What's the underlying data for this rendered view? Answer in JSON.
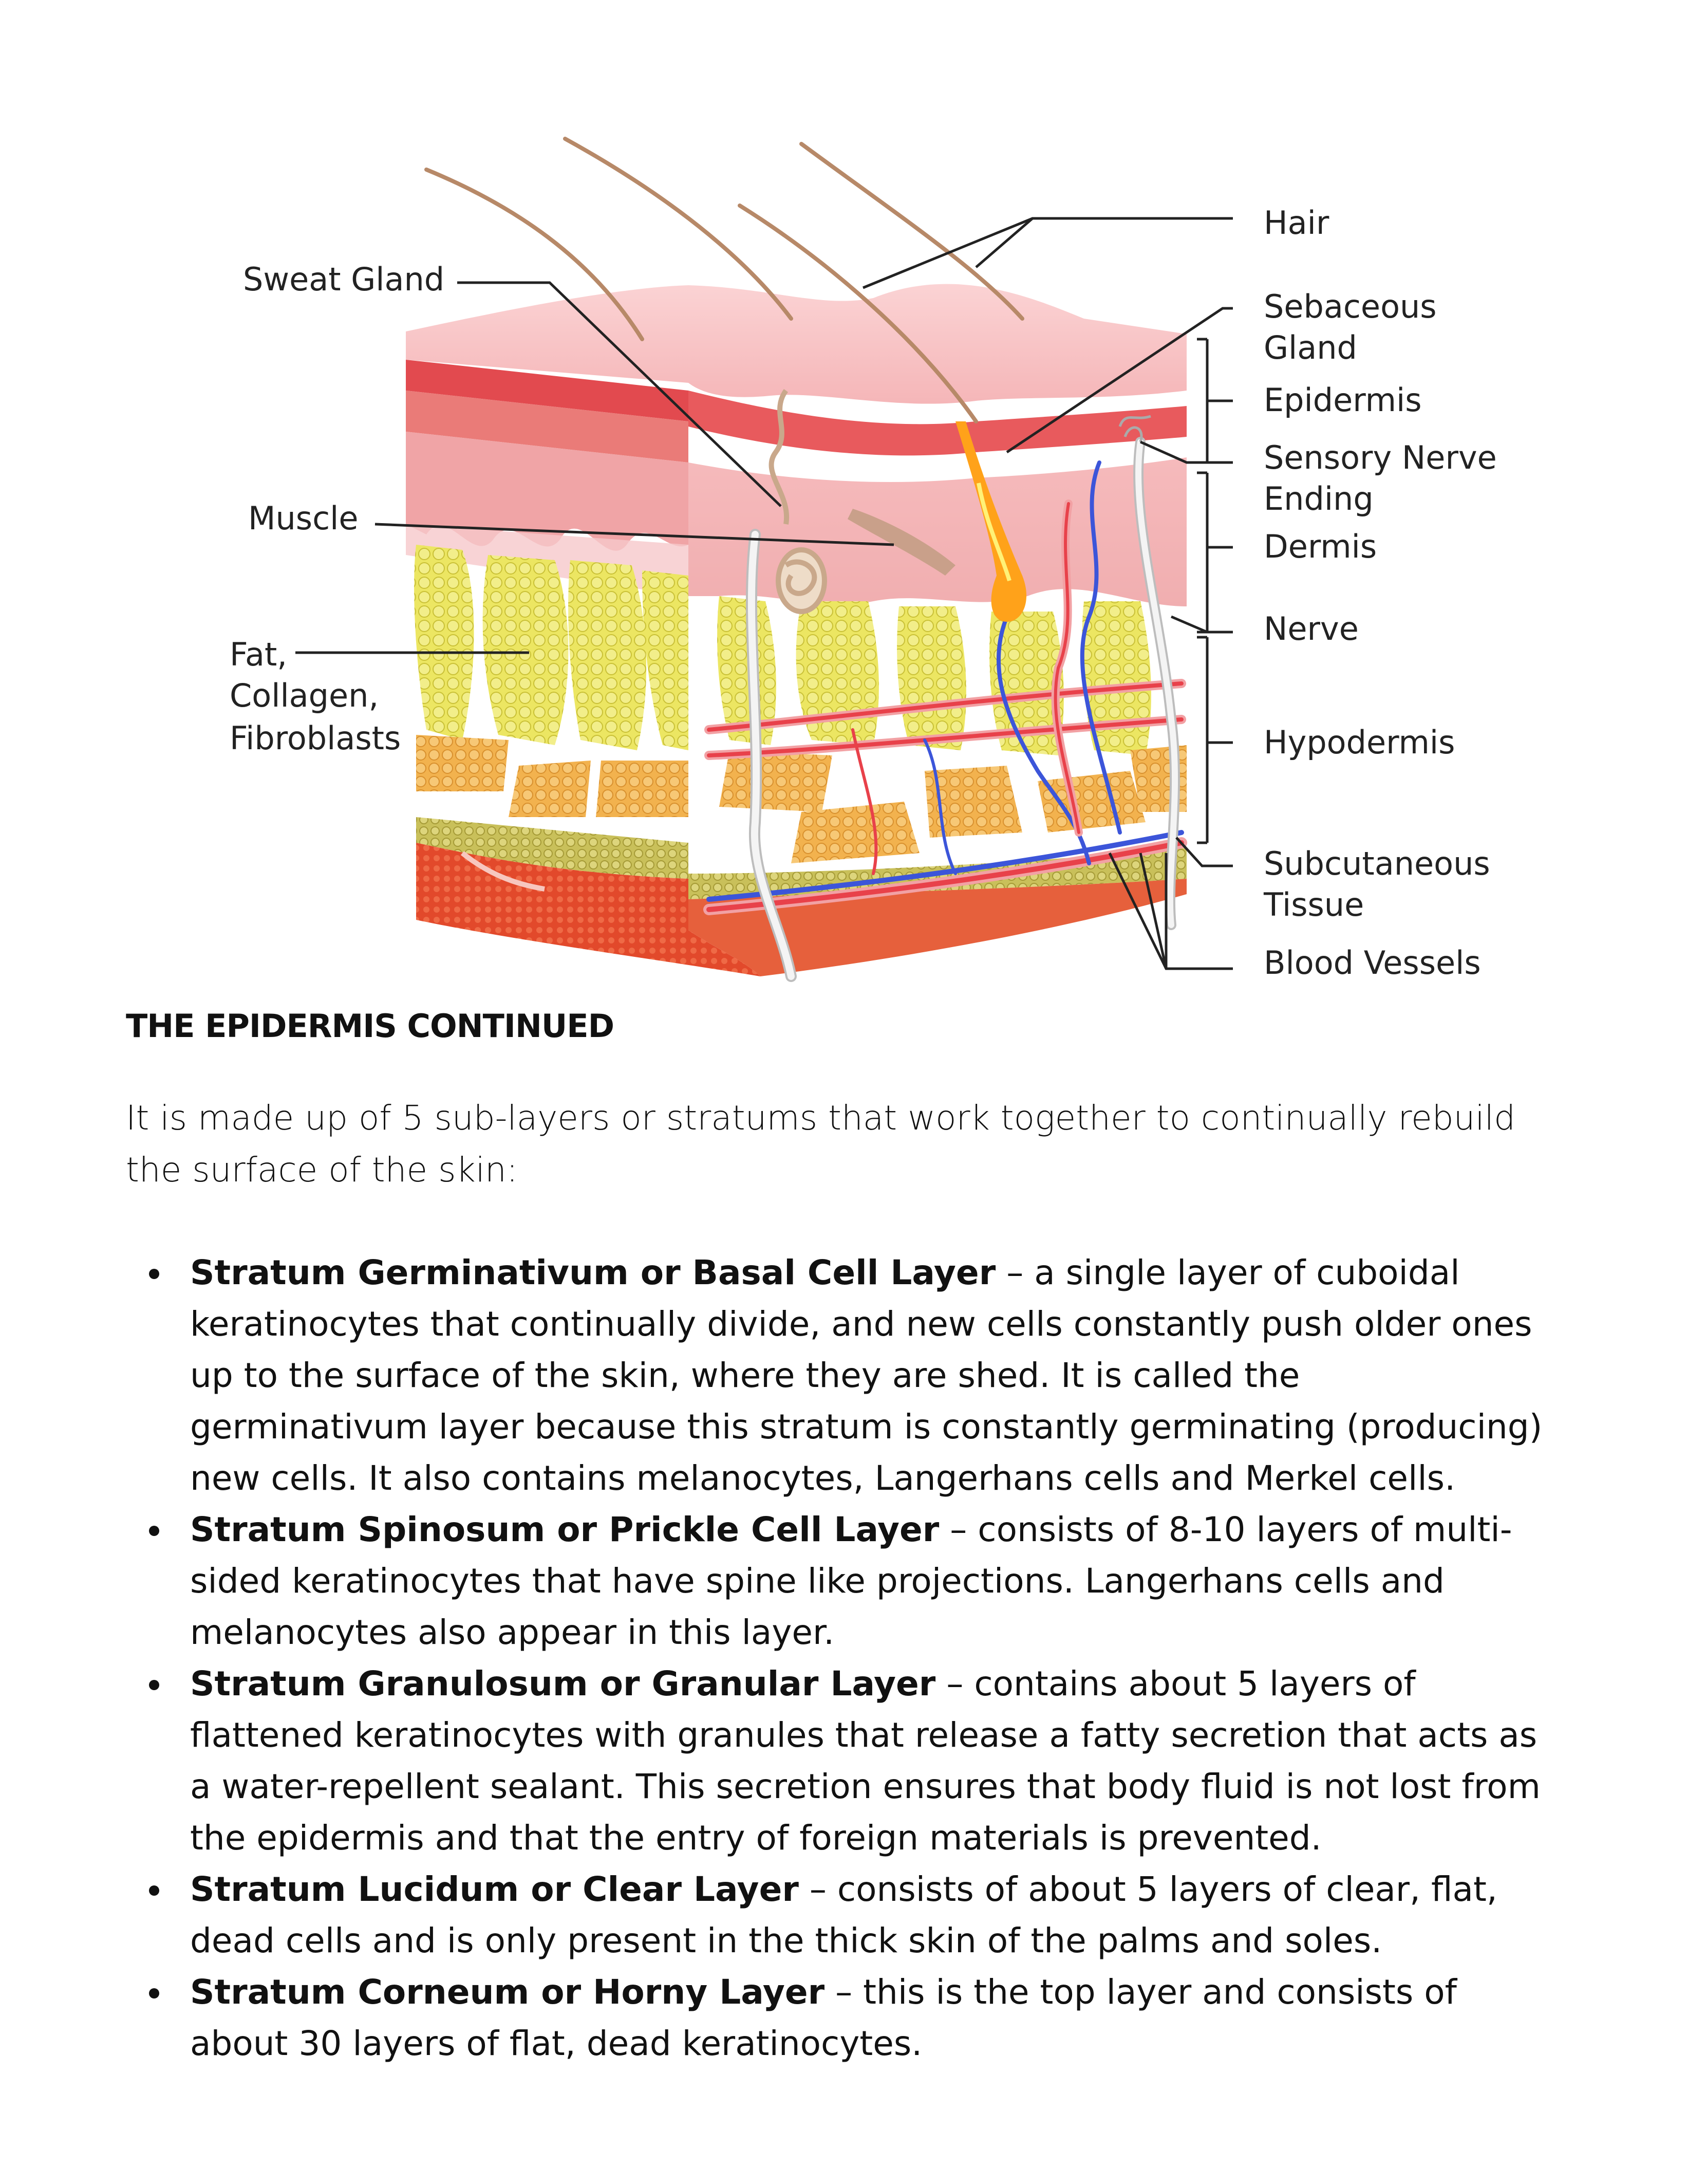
{
  "figure": {
    "labels": {
      "hair": "Hair",
      "sweat_gland": "Sweat Gland",
      "sebaceous_1": "Sebaceous",
      "sebaceous_2": "Gland",
      "epidermis": "Epidermis",
      "sensory_1": "Sensory Nerve",
      "sensory_2": "Ending",
      "muscle": "Muscle",
      "dermis": "Dermis",
      "nerve": "Nerve",
      "fat_1": "Fat,",
      "fat_2": "Collagen,",
      "fat_3": "Fibroblasts",
      "hypodermis": "Hypodermis",
      "subcut_1": "Subcutaneous",
      "subcut_2": "Tissue",
      "blood_vessels": "Blood Vessels"
    },
    "colors": {
      "epidermis_top": "#f7c2c4",
      "red_band": "#e24a4f",
      "dermis": "#f3a3a4",
      "dermis_light": "#f6c6c8",
      "fat": "#e8e04a",
      "fat_orange": "#f1b554",
      "muscle_base": "#e34c2e",
      "artery": "#e8414a",
      "vein": "#3c55d9"
    }
  },
  "article": {
    "heading": "THE EPIDERMIS CONTINUED",
    "intro": "It is made up of 5 sub-layers or stratums that work together to continually rebuild the surface of the skin:",
    "items": [
      {
        "term": "Stratum Germinativum or Basal Cell Layer",
        "text": " – a single layer of cuboidal keratinocytes that continually divide, and new cells constantly push older ones up to the surface of the skin, where they are shed. It is called the germinativum layer because this stratum is constantly germinating (producing) new cells. It also contains melanocytes, Langerhans cells and Merkel cells."
      },
      {
        "term": "Stratum Spinosum or Prickle Cell Layer",
        "text": " – consists of 8-10 layers of multi-sided keratinocytes that have spine like projections. Langerhans cells and melanocytes also appear in this layer."
      },
      {
        "term": "Stratum Granulosum or Granular Layer",
        "text": " – contains about 5 layers of flattened keratinocytes with granules that release a fatty secretion that acts as a water-repellent sealant. This secretion ensures that body fluid is not lost from the epidermis and that the entry of foreign materials is prevented."
      },
      {
        "term": "Stratum Lucidum or Clear Layer",
        "text": " – consists of about 5 layers of clear, flat, dead cells and is only present in the thick skin of the palms and soles."
      },
      {
        "term": "Stratum Corneum or Horny Layer",
        "text": " – this is the top layer and consists of about 30 layers of flat, dead keratinocytes."
      }
    ]
  }
}
